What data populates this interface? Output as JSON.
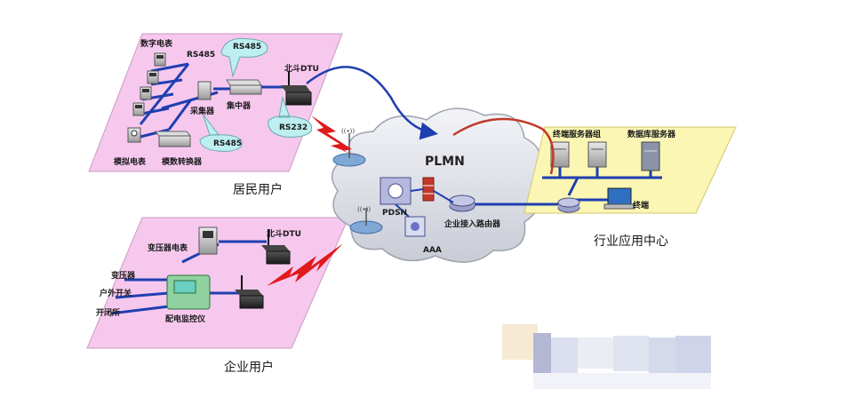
{
  "zones": {
    "residential": {
      "caption": "居民用户",
      "labels": {
        "digital_meter": "数字电表",
        "rs485_a": "RS485",
        "rs485_b": "RS485",
        "rs485_c": "RS485",
        "rs232": "RS232",
        "dtu": "北斗DTU",
        "collector": "采集器",
        "concentrator": "集中器",
        "analog_meter": "模拟电表",
        "converter": "模数转换器"
      }
    },
    "enterprise": {
      "caption": "企业用户",
      "labels": {
        "transformer_meter": "变压器电表",
        "dtu": "北斗DTU",
        "transformer": "变压器",
        "outdoor_switch": "户外开关",
        "switch_station": "开闭所",
        "monitor": "配电监控仪"
      }
    },
    "center": {
      "caption": "行业应用中心",
      "labels": {
        "terminal_server_group": "终端服务器组",
        "db_server": "数据库服务器",
        "terminal": "终端"
      }
    }
  },
  "network": {
    "cloud_label": "PLMN",
    "pdsn": "PDSN",
    "aaa": "AAA",
    "router": "企业接入路由器"
  },
  "colors": {
    "zone_pink": "#f7c8ee",
    "zone_yellow": "#fbf6b4",
    "blue_line": "#1f3fb0",
    "red_line": "#c0392b",
    "cloud": "#e6e8ee"
  }
}
